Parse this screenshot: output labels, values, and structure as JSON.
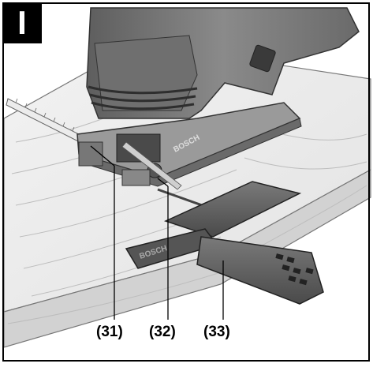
{
  "figure": {
    "badge": "I",
    "callouts": [
      {
        "id": "31",
        "label": "(31)"
      },
      {
        "id": "32",
        "label": "(32)"
      },
      {
        "id": "33",
        "label": "(33)"
      }
    ],
    "brand_marks": [
      "BOSCH",
      "BOSCH"
    ]
  }
}
